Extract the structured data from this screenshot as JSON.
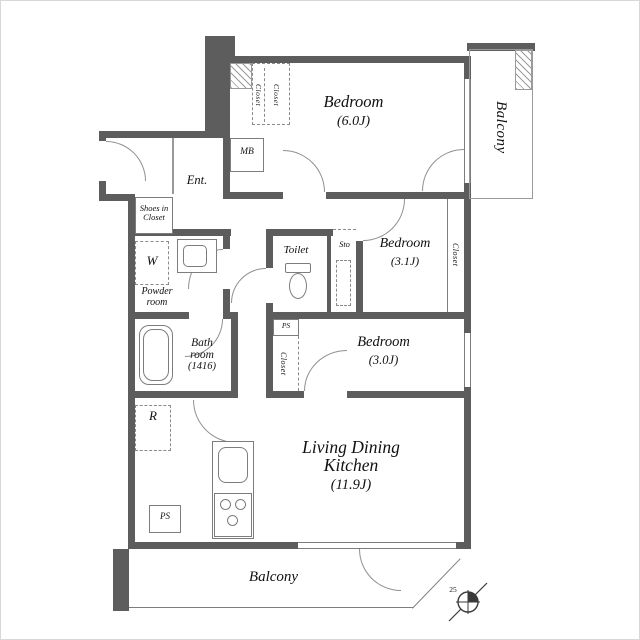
{
  "colors": {
    "wall": "#5d5d5d",
    "line": "#7d7d7d",
    "text": "#111111"
  },
  "rooms": {
    "bedroom_6": {
      "name": "Bedroom",
      "area": "(6.0J)"
    },
    "bedroom_3_1": {
      "name": "Bedroom",
      "area": "(3.1J)"
    },
    "bedroom_3_0": {
      "name": "Bedroom",
      "area": "(3.0J)"
    },
    "ldk": {
      "line1": "Living Dining",
      "line2": "Kitchen",
      "area": "(11.9J)"
    },
    "bath": {
      "line1": "Bath",
      "line2": "room",
      "area": "(1416)"
    },
    "powder": {
      "line1": "Powder",
      "line2": "room"
    },
    "toilet": {
      "name": "Toilet"
    },
    "entrance": {
      "name": "Ent."
    },
    "shoes_closet": {
      "line1": "Shoes in",
      "line2": "Closet"
    },
    "balcony_right": {
      "name": "Balcony"
    },
    "balcony_bottom": {
      "name": "Balcony"
    }
  },
  "labels": {
    "mb": "MB",
    "sto": "Sto",
    "washer": "W",
    "fridge": "R",
    "ps_upper": "PS",
    "ps_lower": "PS",
    "closet_b6_a": "Closet",
    "closet_b6_b": "Closet",
    "closet_b31": "Closet",
    "closet_b30": "Closet",
    "compass_num": "25"
  }
}
